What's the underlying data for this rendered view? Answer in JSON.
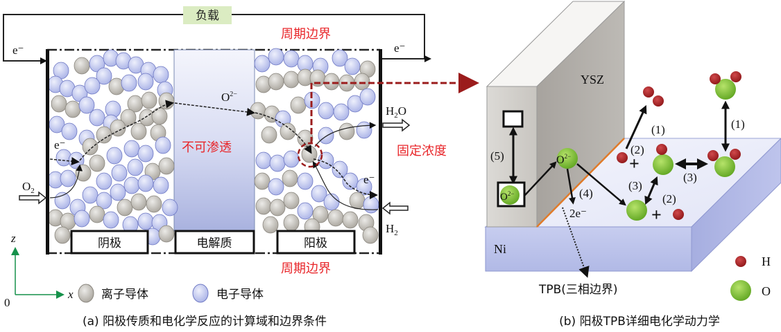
{
  "panel_a": {
    "load_label": "负载",
    "electron_left": "e⁻",
    "electron_right": "e⁻",
    "periodic_boundary_top": "周期边界",
    "periodic_boundary_bottom": "周期边界",
    "impermeable": "不可渗透",
    "fixed_concentration": "固定浓度",
    "oxide_ion": "O",
    "oxide_ion_sup": "2−",
    "electron_cathode": "e⁻",
    "electron_anode": "e⁻",
    "o2_label": "O",
    "o2_sub": "2",
    "h2o_h": "H",
    "h2o_sub": "2",
    "h2o_o": "O",
    "h2_label": "H",
    "h2_sub": "2",
    "region_labels": [
      "阴极",
      "电解质",
      "阳极"
    ],
    "axis_z": "z",
    "axis_x": "x",
    "axis_origin": "0",
    "legend": [
      {
        "label": "离子导体",
        "color": "#b9b5ae"
      },
      {
        "label": "电子导体",
        "color": "#b4bce8"
      }
    ],
    "caption": "(a) 阳极传质和电化学反应的计算域和边界条件"
  },
  "panel_b": {
    "ysz_label": "YSZ",
    "ni_label": "Ni",
    "oxide_ion_top": "O",
    "oxide_ion_top_sup": "2−",
    "oxide_ion_box": "O",
    "oxide_ion_box_sup": "2−",
    "two_electrons": "2e⁻",
    "steps": [
      "(1)",
      "(1)",
      "(2)",
      "(2)",
      "(3)",
      "(3)",
      "(4)",
      "(5)"
    ],
    "tpb_label": "TPB(三相边界)",
    "legend": [
      {
        "label": "H",
        "color": "#a52224"
      },
      {
        "label": "O",
        "color": "#7fbf2a"
      }
    ],
    "caption": "(b) 阳极TPB详细电化学动力学"
  },
  "colors": {
    "red_label": "#e8262a",
    "dashed_connector": "#9b1c1c",
    "axis_green": "#15914a",
    "electrolyte_top": "#eef0fb",
    "electrolyte_bottom": "#a8b1df",
    "load_box": "#dbecc2",
    "tpb_line": "#e07b2a"
  }
}
